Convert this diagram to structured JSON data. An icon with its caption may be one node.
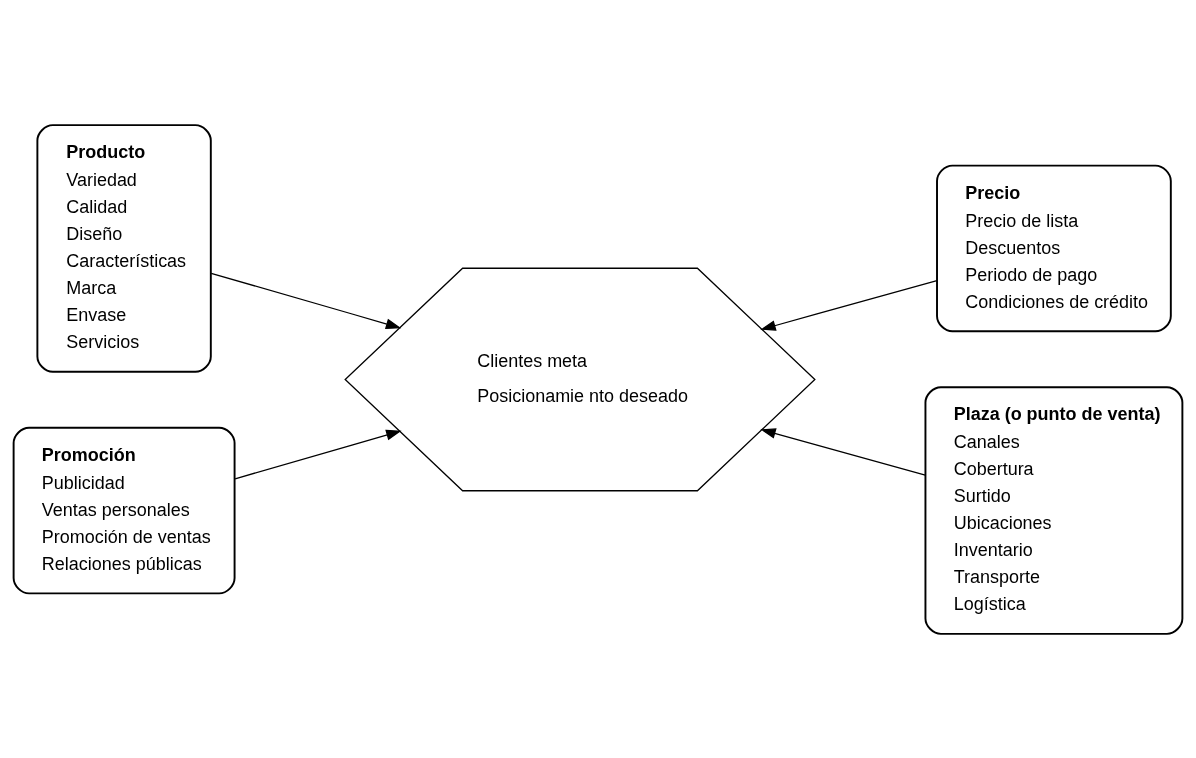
{
  "diagram": {
    "nodes": [
      {
        "text": [
          "Producto",
          "Variedad",
          "Calidad",
          "Diseño",
          "Características",
          "Marca",
          "Envase",
          "Servicios"
        ]
      },
      {
        "text": [
          "Precio",
          "Precio de lista",
          "Descuentos",
          "Periodo de pago",
          "Condiciones de crédito"
        ]
      },
      {
        "text": [
          "Clientes meta",
          "Posicionamie nto deseado"
        ]
      },
      {
        "text": [
          "Promoción",
          "Publicidad",
          "Ventas personales",
          "Promoción de ventas",
          "Relaciones públicas"
        ]
      },
      {
        "text": [
          "Plaza (o punto de venta)",
          "Canales",
          "Cobertura",
          "Surtido",
          "Ubicaciones",
          "Inventario",
          "Transporte",
          "Logística"
        ]
      }
    ],
    "edges": [
      {
        "from": 0,
        "to": 2,
        "arrow": "to"
      },
      {
        "from": 1,
        "to": 2,
        "arrow": "to"
      },
      {
        "from": 3,
        "to": 2,
        "arrow": "to"
      },
      {
        "from": 4,
        "to": 2,
        "arrow": "to"
      }
    ]
  }
}
